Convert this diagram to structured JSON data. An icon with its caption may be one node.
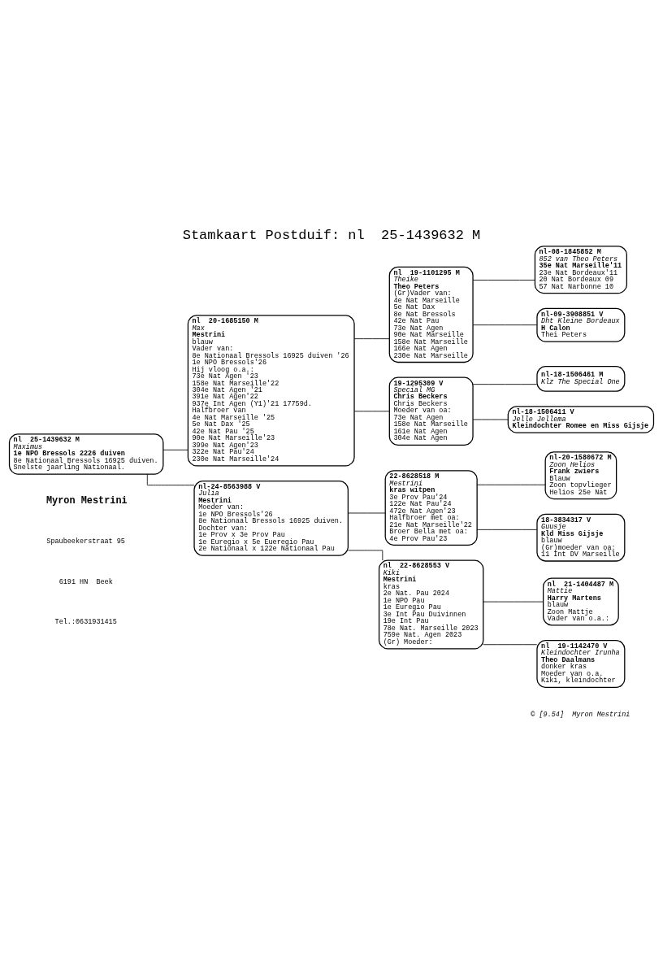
{
  "diagram": {
    "title": "Stamkaart Postduif: nl  25-1439632 M",
    "nodes": [
      {
        "text": [
          "nl  25-1439632 M",
          "Maximus",
          "1e NPO Bressols 2226 duiven",
          "8e Nationaal Bressols 16925 duiven.",
          "Snelste jaarling Nationaal."
        ]
      },
      {
        "text": [
          "nl  20-1685150 M",
          "Max",
          "Mestrini",
          "blauw",
          "Vader van:",
          "8e Nationaal Bressols 16925 duiven '26",
          "1e NPO Bressols'26",
          "Hij vloog o.a.:",
          "73e Nat Agen '23",
          "158e Nat Marseille'22",
          "304e Nat Agen '21",
          "391e Nat Agen'22",
          "937e Int Agen (Y1)'21 17759d.",
          "Halfbroer van",
          "4e Nat Marseille '25",
          "5e Nat Dax '25",
          "42e Nat Pau '25",
          "90e Nat Marseille'23",
          "399e Nat Agen'23",
          "322e Nat Pau'24",
          "230e Nat Marseille'24"
        ]
      },
      {
        "text": [
          "nl  19-1101295 M",
          "Theike",
          "Theo Peters",
          "(Gr)Vader van:",
          "4e Nat Marseille",
          "5e Nat Dax",
          "8e Nat Bressols",
          "42e Nat Pau",
          "73e Nat Agen",
          "90e Nat Marseille",
          "158e Nat Marseille",
          "166e Nat Agen",
          "230e Nat Marseille"
        ]
      },
      {
        "text": [
          "nl-08-1845852 M",
          "852 van Theo Peters",
          "35e Nat Marseille'11",
          "23e Nat Bordeaux'11",
          "20 Nat Bordeaux 09",
          "57 Nat Narbonne 10"
        ]
      },
      {
        "text": [
          "nl-09-3908851 V",
          "Dht Kleine Bordeaux",
          "H Calon",
          "Thei Peters"
        ]
      },
      {
        "text": [
          "19-1295309 V",
          "Special MG",
          "Chris Beckers",
          "Chris Beckers",
          "Moeder van oa:",
          "73e Nat Agen",
          "158e Nat Marseille",
          "161e Nat Agen",
          "304e Nat Agen"
        ]
      },
      {
        "text": [
          "nl-18-1506461 M",
          "Klz The Special One"
        ]
      },
      {
        "text": [
          "nl-18-1506411 V",
          "Jelle Jellema",
          "Kleindochter Romee en Miss Gijsje"
        ]
      },
      {
        "text": [
          "nl-24-8563988 V",
          "Julia",
          "Mestrini",
          "Moeder van:",
          "1e NPO Bressols'26",
          "8e Nationaal Bressols 16925 duiven.",
          "Dochter van:",
          "1e Prov x 3e Prov Pau",
          "1e Euregio x 5e Eueregio Pau",
          "2e Nationaal x 122e Nationaal Pau"
        ]
      },
      {
        "text": [
          "22-8628518 M",
          "Mestrini",
          "kras witpen",
          "3e Prov Pau'24",
          "122e Nat Pau'24",
          "472e Nat Agen'23",
          "Halfbroer met oa:",
          "21e Nat Marseille'22",
          "Broer Bella met oa:",
          "4e Prov Pau'23"
        ]
      },
      {
        "text": [
          "nl-20-1580672 M",
          "Zoon Helios",
          "Frank zwiers",
          "Blauw",
          "Zoon topvlieger",
          "Helios 25e Nat"
        ]
      },
      {
        "text": [
          "18-3834317 V",
          "Guusje",
          "Kld Miss Gijsje",
          "blauw",
          "(Gr)moeder van oa:",
          "11 Int DV Marseille"
        ]
      },
      {
        "text": [
          "nl  22-8628553 V",
          "Kiki",
          "Mestrini",
          "kras",
          "2e Nat. Pau 2024",
          "1e NPO Pau",
          "1e Euregio Pau",
          "3e Int Pau Duivinnen",
          "19e Int Pau",
          "78e Nat. Marseille 2023",
          "759e Nat. Agen 2023",
          "(Gr) Moeder:"
        ]
      },
      {
        "text": [
          "nl  21-1404487 M",
          "Mattie",
          "Harry Martens",
          "blauw",
          "Zoon Mattje",
          "Vader van o.a.:"
        ]
      },
      {
        "text": [
          "nl  19-1142470 V",
          "Kleindochter Irunha",
          "Theo Daalmans",
          "donker kras",
          "Moeder van o.a.",
          "Kiki, kleindochter"
        ]
      }
    ],
    "edges": [
      {
        "from": 0,
        "to": 1,
        "arrow": "none"
      },
      {
        "from": 0,
        "to": 8,
        "arrow": "none"
      },
      {
        "from": 1,
        "to": 2,
        "arrow": "none"
      },
      {
        "from": 1,
        "to": 5,
        "arrow": "none"
      },
      {
        "from": 2,
        "to": 3,
        "arrow": "none"
      },
      {
        "from": 2,
        "to": 4,
        "arrow": "none"
      },
      {
        "from": 5,
        "to": 6,
        "arrow": "none"
      },
      {
        "from": 5,
        "to": 7,
        "arrow": "none"
      },
      {
        "from": 8,
        "to": 9,
        "arrow": "none"
      },
      {
        "from": 8,
        "to": 12,
        "arrow": "none"
      },
      {
        "from": 9,
        "to": 10,
        "arrow": "none"
      },
      {
        "from": 9,
        "to": 11,
        "arrow": "none"
      },
      {
        "from": 12,
        "to": 13,
        "arrow": "none"
      },
      {
        "from": 12,
        "to": 14,
        "arrow": "none"
      }
    ],
    "labels": [
      "Myron Mestrini",
      "Spaubeekerstraat 95",
      "6191 HN  Beek",
      "Tel.:0631931415",
      "© [9.54]  Myron Mestrini"
    ]
  }
}
